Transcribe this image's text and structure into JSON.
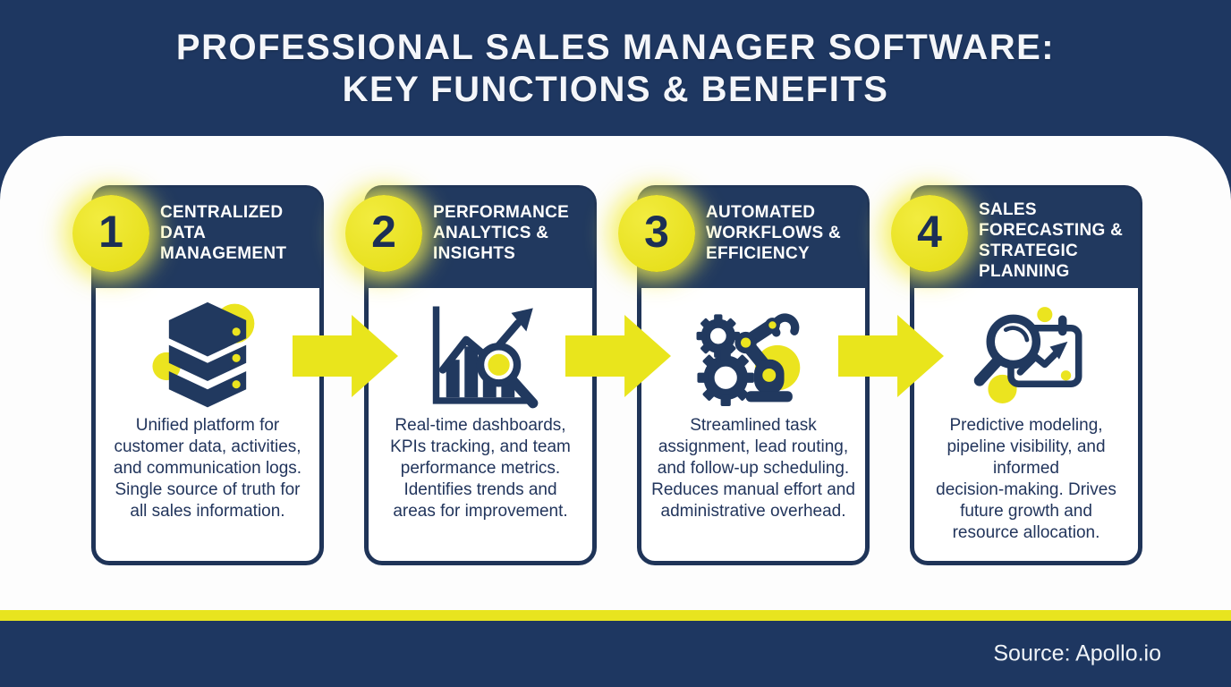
{
  "title": "PROFESSIONAL SALES MANAGER SOFTWARE:\nKEY FUNCTIONS & BENEFITS",
  "colors": {
    "background_navy": "#1E3761",
    "card_header_navy": "#21395F",
    "card_border_navy": "#1F3458",
    "accent_yellow": "#E9E51C",
    "panel_white": "#FDFDFD",
    "body_text_navy": "#22355C"
  },
  "cards": [
    {
      "number": "1",
      "title": "CENTRALIZED\nDATA\nMANAGEMENT",
      "icon": "database-stack-icon",
      "description": "Unified platform for\ncustomer data, activities,\nand communication logs.\nSingle source of truth for\nall sales information."
    },
    {
      "number": "2",
      "title": "PERFORMANCE\nANALYTICS &\nINSIGHTS",
      "icon": "analytics-chart-magnifier-icon",
      "description": "Real-time dashboards,\nKPIs tracking, and team\nperformance metrics.\nIdentifies trends and\nareas for improvement."
    },
    {
      "number": "3",
      "title": "AUTOMATED\nWORKFLOWS &\nEFFICIENCY",
      "icon": "gears-robot-arm-icon",
      "description": "Streamlined task\nassignment, lead routing,\nand follow-up scheduling.\nReduces manual effort and\nadministrative overhead."
    },
    {
      "number": "4",
      "title": "SALES\nFORECASTING &\nSTRATEGIC\nPLANNING",
      "icon": "magnifier-forecast-board-icon",
      "description": "Predictive modeling,\npipeline visibility, and\ninformed\ndecision-making. Drives\nfuture growth and\nresource allocation."
    }
  ],
  "footer": {
    "source": "Source: Apollo.io"
  }
}
